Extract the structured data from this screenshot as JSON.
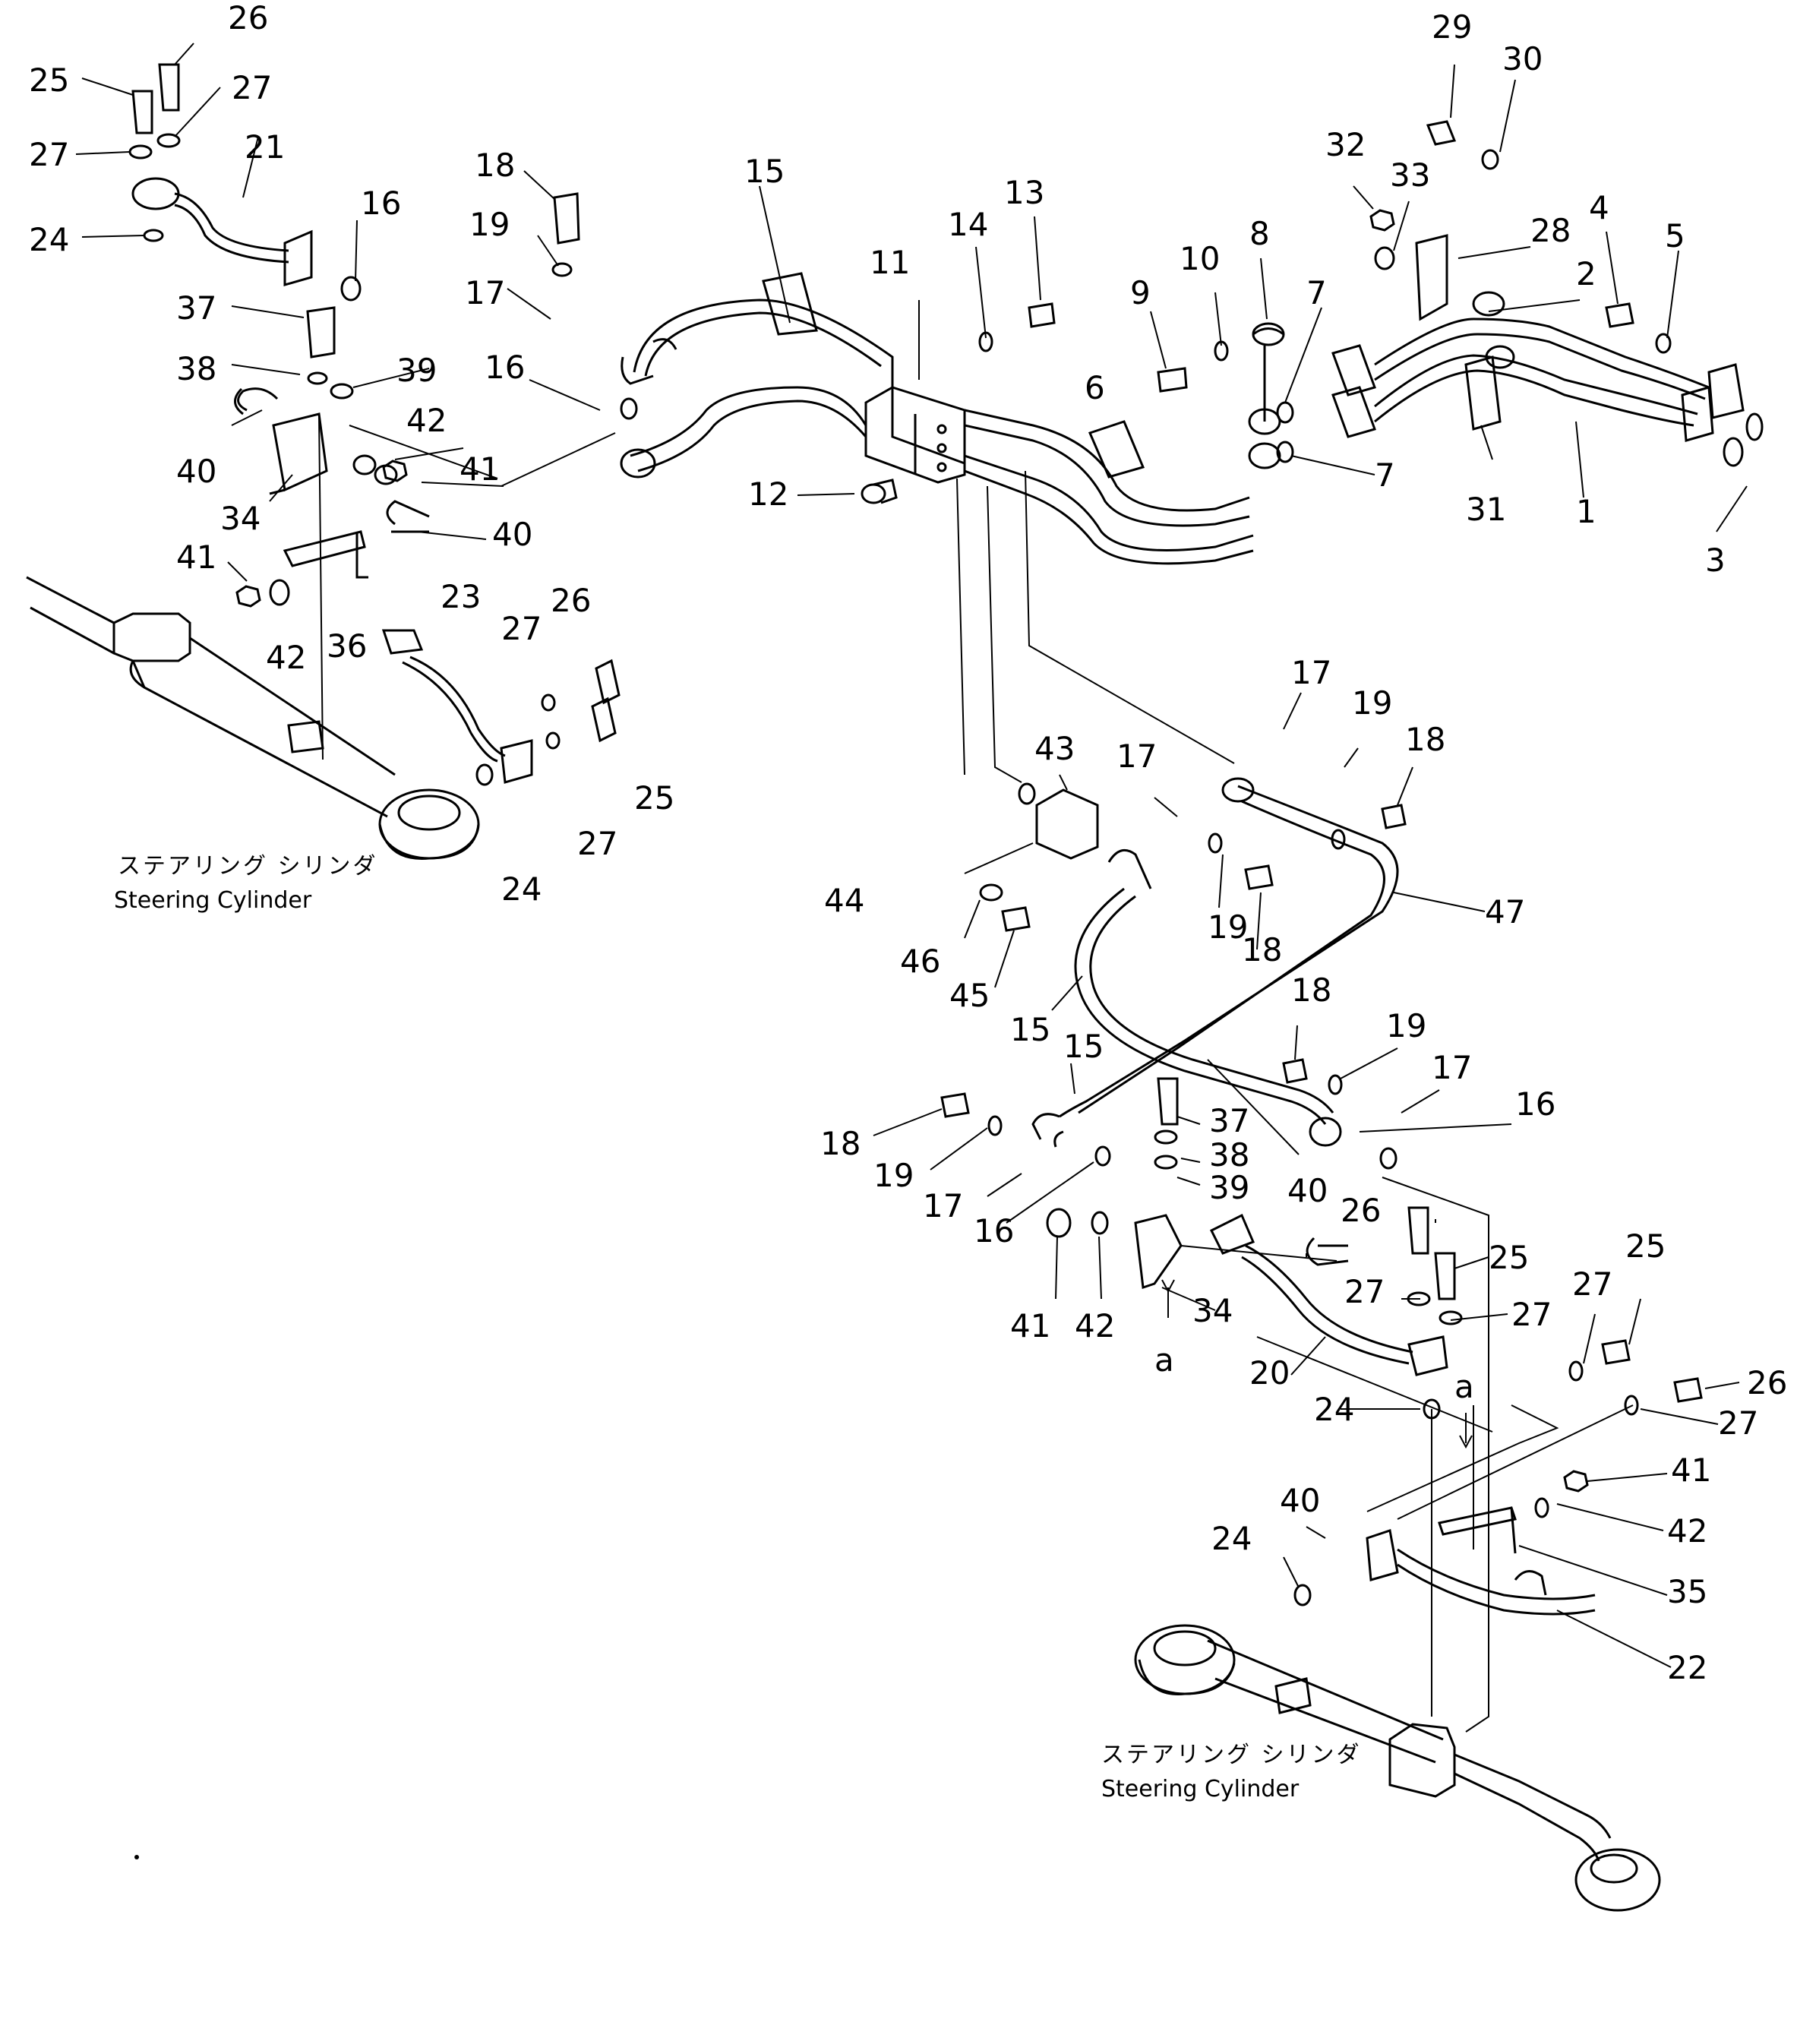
{
  "captions": {
    "cyl_left_jp": "ステアリング シリンダ",
    "cyl_left_en": "Steering Cylinder",
    "cyl_right_jp": "ステアリング シリンダ",
    "cyl_right_en": "Steering Cylinder"
  },
  "view_marks": {
    "a1": "a",
    "a2": "a"
  },
  "callouts": {
    "c26a": "26",
    "c25a": "25",
    "c27a": "27",
    "c27b": "27",
    "c21": "21",
    "c16a": "16",
    "c24a": "24",
    "c37a": "37",
    "c38a": "38",
    "c39a": "39",
    "c40a": "40",
    "c34a": "34",
    "c42a": "42",
    "c41a": "41",
    "c18a": "18",
    "c19a": "19",
    "c17a": "17",
    "c16b": "16",
    "c40b": "40",
    "c41b": "41",
    "c42b": "42",
    "c36": "36",
    "c23": "23",
    "c27c": "27",
    "c26b": "26",
    "c27d": "27",
    "c25b": "25",
    "c24b": "24",
    "c15a": "15",
    "c11": "11",
    "c14": "14",
    "c13": "13",
    "c12": "12",
    "c9": "9",
    "c10": "10",
    "c8": "8",
    "c6": "6",
    "c7a": "7",
    "c7b": "7",
    "c29": "29",
    "c30": "30",
    "c32": "32",
    "c33": "33",
    "c28": "28",
    "c4": "4",
    "c5": "5",
    "c2": "2",
    "c31": "31",
    "c1": "1",
    "c3": "3",
    "c17b": "17",
    "c19b": "19",
    "c18b": "18",
    "c43": "43",
    "c17c": "17",
    "c44": "44",
    "c19c": "19",
    "c18c": "18",
    "c47": "47",
    "c46": "46",
    "c45": "45",
    "c15b": "15",
    "c15c": "15",
    "c18d": "18",
    "c19d": "19",
    "c17d": "17",
    "c16c": "16",
    "c18e": "18",
    "c19e": "19",
    "c17e": "17",
    "c16d": "16",
    "c37b": "37",
    "c38b": "38",
    "c39b": "39",
    "c40c": "40",
    "c26c": "26",
    "c25c": "25",
    "c41c": "41",
    "c42c": "42",
    "c34b": "34",
    "c27e": "27",
    "c27f": "27",
    "c20": "20",
    "c24c": "24",
    "c27g": "27",
    "c25d": "25",
    "c26d": "26",
    "c27h": "27",
    "c41d": "41",
    "c42d": "42",
    "c35": "35",
    "c40d": "40",
    "c24d": "24",
    "c22": "22"
  }
}
